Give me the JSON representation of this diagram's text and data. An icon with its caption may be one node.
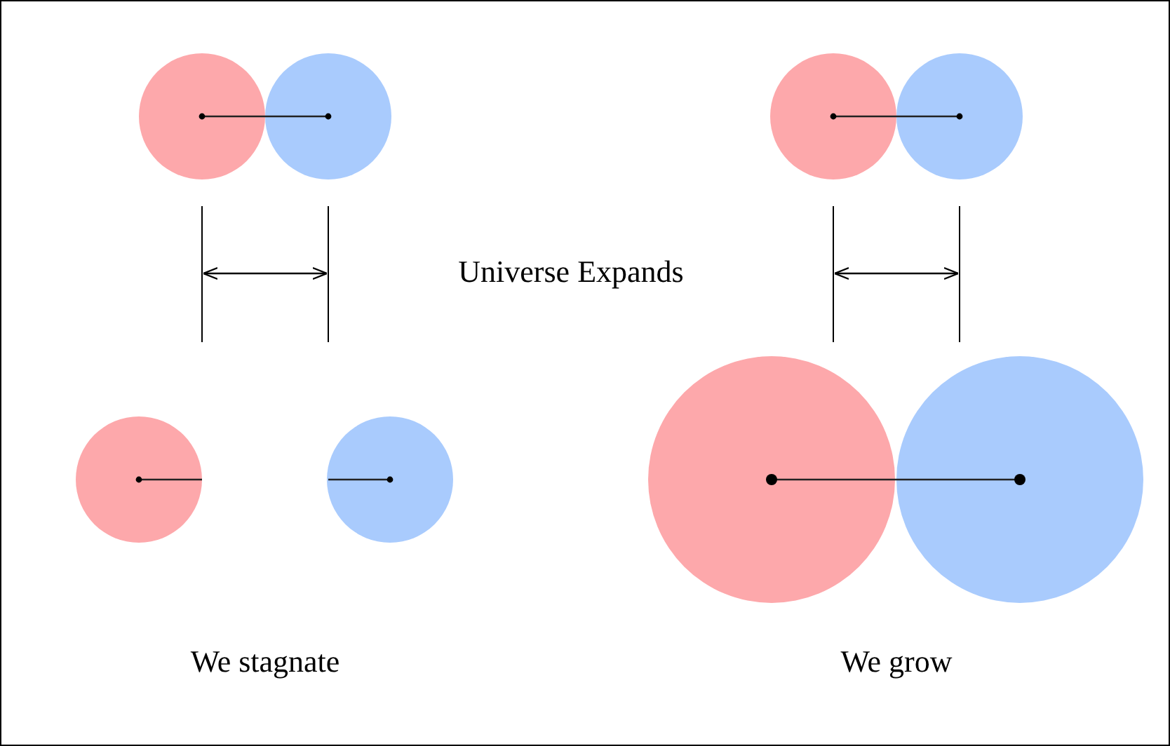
{
  "diagram": {
    "labels": [
      "Universe Expands",
      "We stagnate",
      "We grow"
    ]
  }
}
